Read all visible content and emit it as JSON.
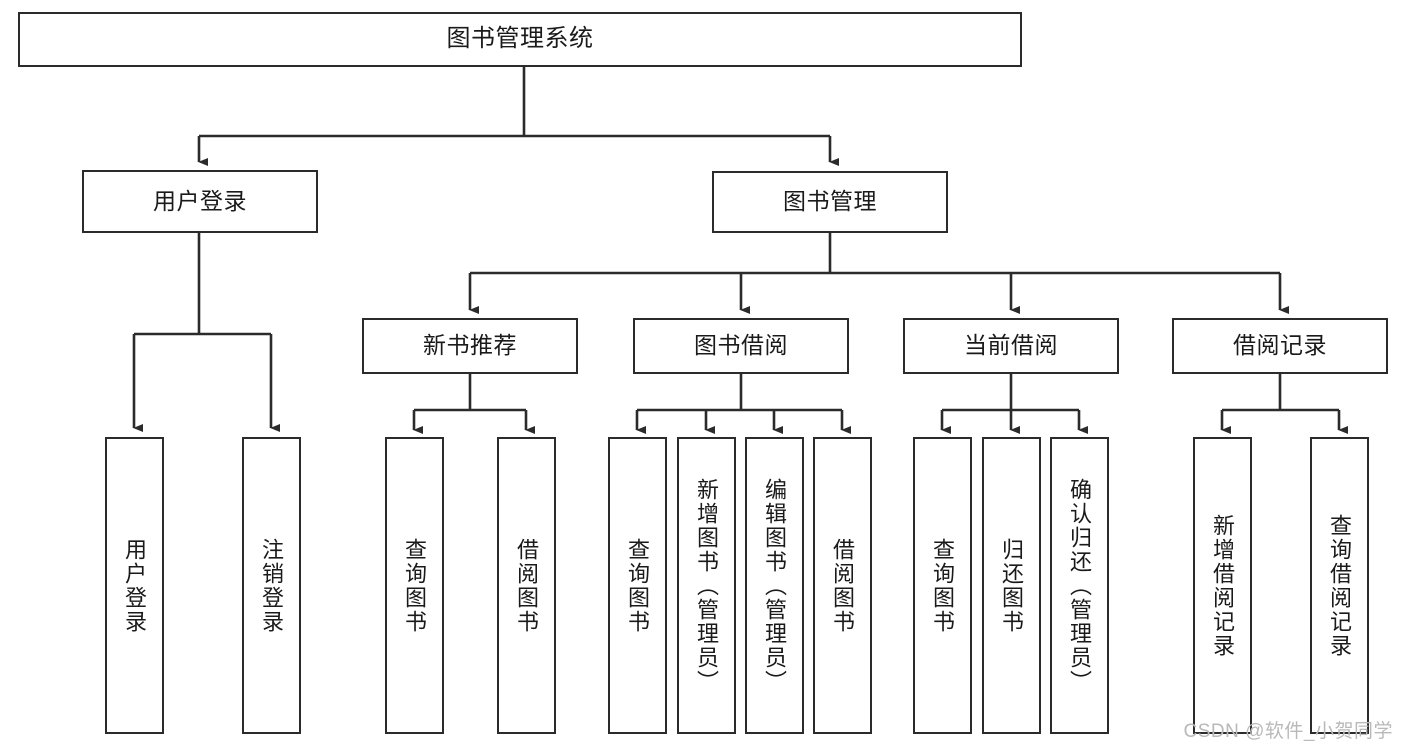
{
  "diagram": {
    "title": "图书管理系统",
    "type": "tree",
    "orientation": "top-down",
    "line_color": "#2b2b2b",
    "box_fill": "#ffffff",
    "text_color": "#1a1a1a",
    "watermark": "CSDN @软件_小贺同学"
  },
  "nodes": {
    "root": {
      "label": "图书管理系统"
    },
    "level2": [
      {
        "label": "用户登录"
      },
      {
        "label": "图书管理"
      }
    ],
    "level3": [
      {
        "label": "新书推荐"
      },
      {
        "label": "图书借阅"
      },
      {
        "label": "当前借阅"
      },
      {
        "label": "借阅记录"
      }
    ],
    "leaves": {
      "user_login": [
        {
          "label": "用户登录"
        },
        {
          "label": "注销登录"
        }
      ],
      "new_book": [
        {
          "label": "查询图书"
        },
        {
          "label": "借阅图书"
        }
      ],
      "book_borrow": [
        {
          "label": "查询图书"
        },
        {
          "label": "新增图书（管理员）"
        },
        {
          "label": "编辑图书（管理员）"
        },
        {
          "label": "借阅图书"
        }
      ],
      "current_borrow": [
        {
          "label": "查询图书"
        },
        {
          "label": "归还图书"
        },
        {
          "label": "确认归还（管理员）"
        }
      ],
      "borrow_record": [
        {
          "label": "新增借阅记录"
        },
        {
          "label": "查询借阅记录"
        }
      ]
    }
  }
}
